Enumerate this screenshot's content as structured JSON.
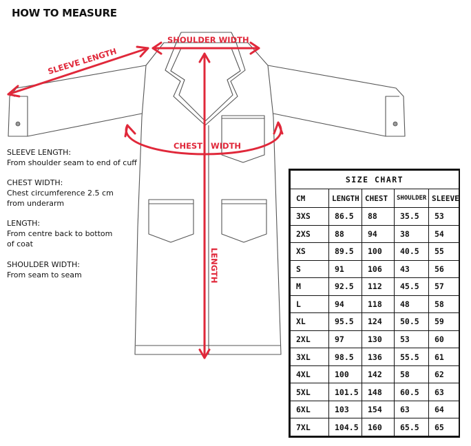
{
  "title": "HOW TO MEASURE",
  "labels": {
    "sleeve_length": "SLEEVE LENGTH",
    "shoulder_width": "SHOULDER WIDTH",
    "chest_width": "CHEST   WIDTH",
    "length": "LENGTH"
  },
  "measurements": [
    {
      "heading": "SLEEVE LENGTH:",
      "lines": [
        "From shoulder seam to end of cuff"
      ]
    },
    {
      "heading": "CHEST WIDTH:",
      "lines": [
        "Chest circumference 2.5 cm",
        "from underarm"
      ]
    },
    {
      "heading": "LENGTH:",
      "lines": [
        "From centre back to bottom",
        "of coat"
      ]
    },
    {
      "heading": "SHOULDER WIDTH:",
      "lines": [
        "From seam to seam"
      ]
    }
  ],
  "size_chart": {
    "caption": "SIZE CHART",
    "columns": [
      "CM",
      "LENGTH",
      "CHEST",
      "SHOULDER",
      "SLEEVE"
    ],
    "rows": [
      [
        "3XS",
        "86.5",
        "88",
        "35.5",
        "53"
      ],
      [
        "2XS",
        "88",
        "94",
        "38",
        "54"
      ],
      [
        "XS",
        "89.5",
        "100",
        "40.5",
        "55"
      ],
      [
        "S",
        "91",
        "106",
        "43",
        "56"
      ],
      [
        "M",
        "92.5",
        "112",
        "45.5",
        "57"
      ],
      [
        "L",
        "94",
        "118",
        "48",
        "58"
      ],
      [
        "XL",
        "95.5",
        "124",
        "50.5",
        "59"
      ],
      [
        "2XL",
        "97",
        "130",
        "53",
        "60"
      ],
      [
        "3XL",
        "98.5",
        "136",
        "55.5",
        "61"
      ],
      [
        "4XL",
        "100",
        "142",
        "58",
        "62"
      ],
      [
        "5XL",
        "101.5",
        "148",
        "60.5",
        "63"
      ],
      [
        "6XL",
        "103",
        "154",
        "63",
        "64"
      ],
      [
        "7XL",
        "104.5",
        "160",
        "65.5",
        "65"
      ]
    ]
  },
  "colors": {
    "accent": "#e0283a",
    "outline": "#555555",
    "text": "#111111"
  }
}
